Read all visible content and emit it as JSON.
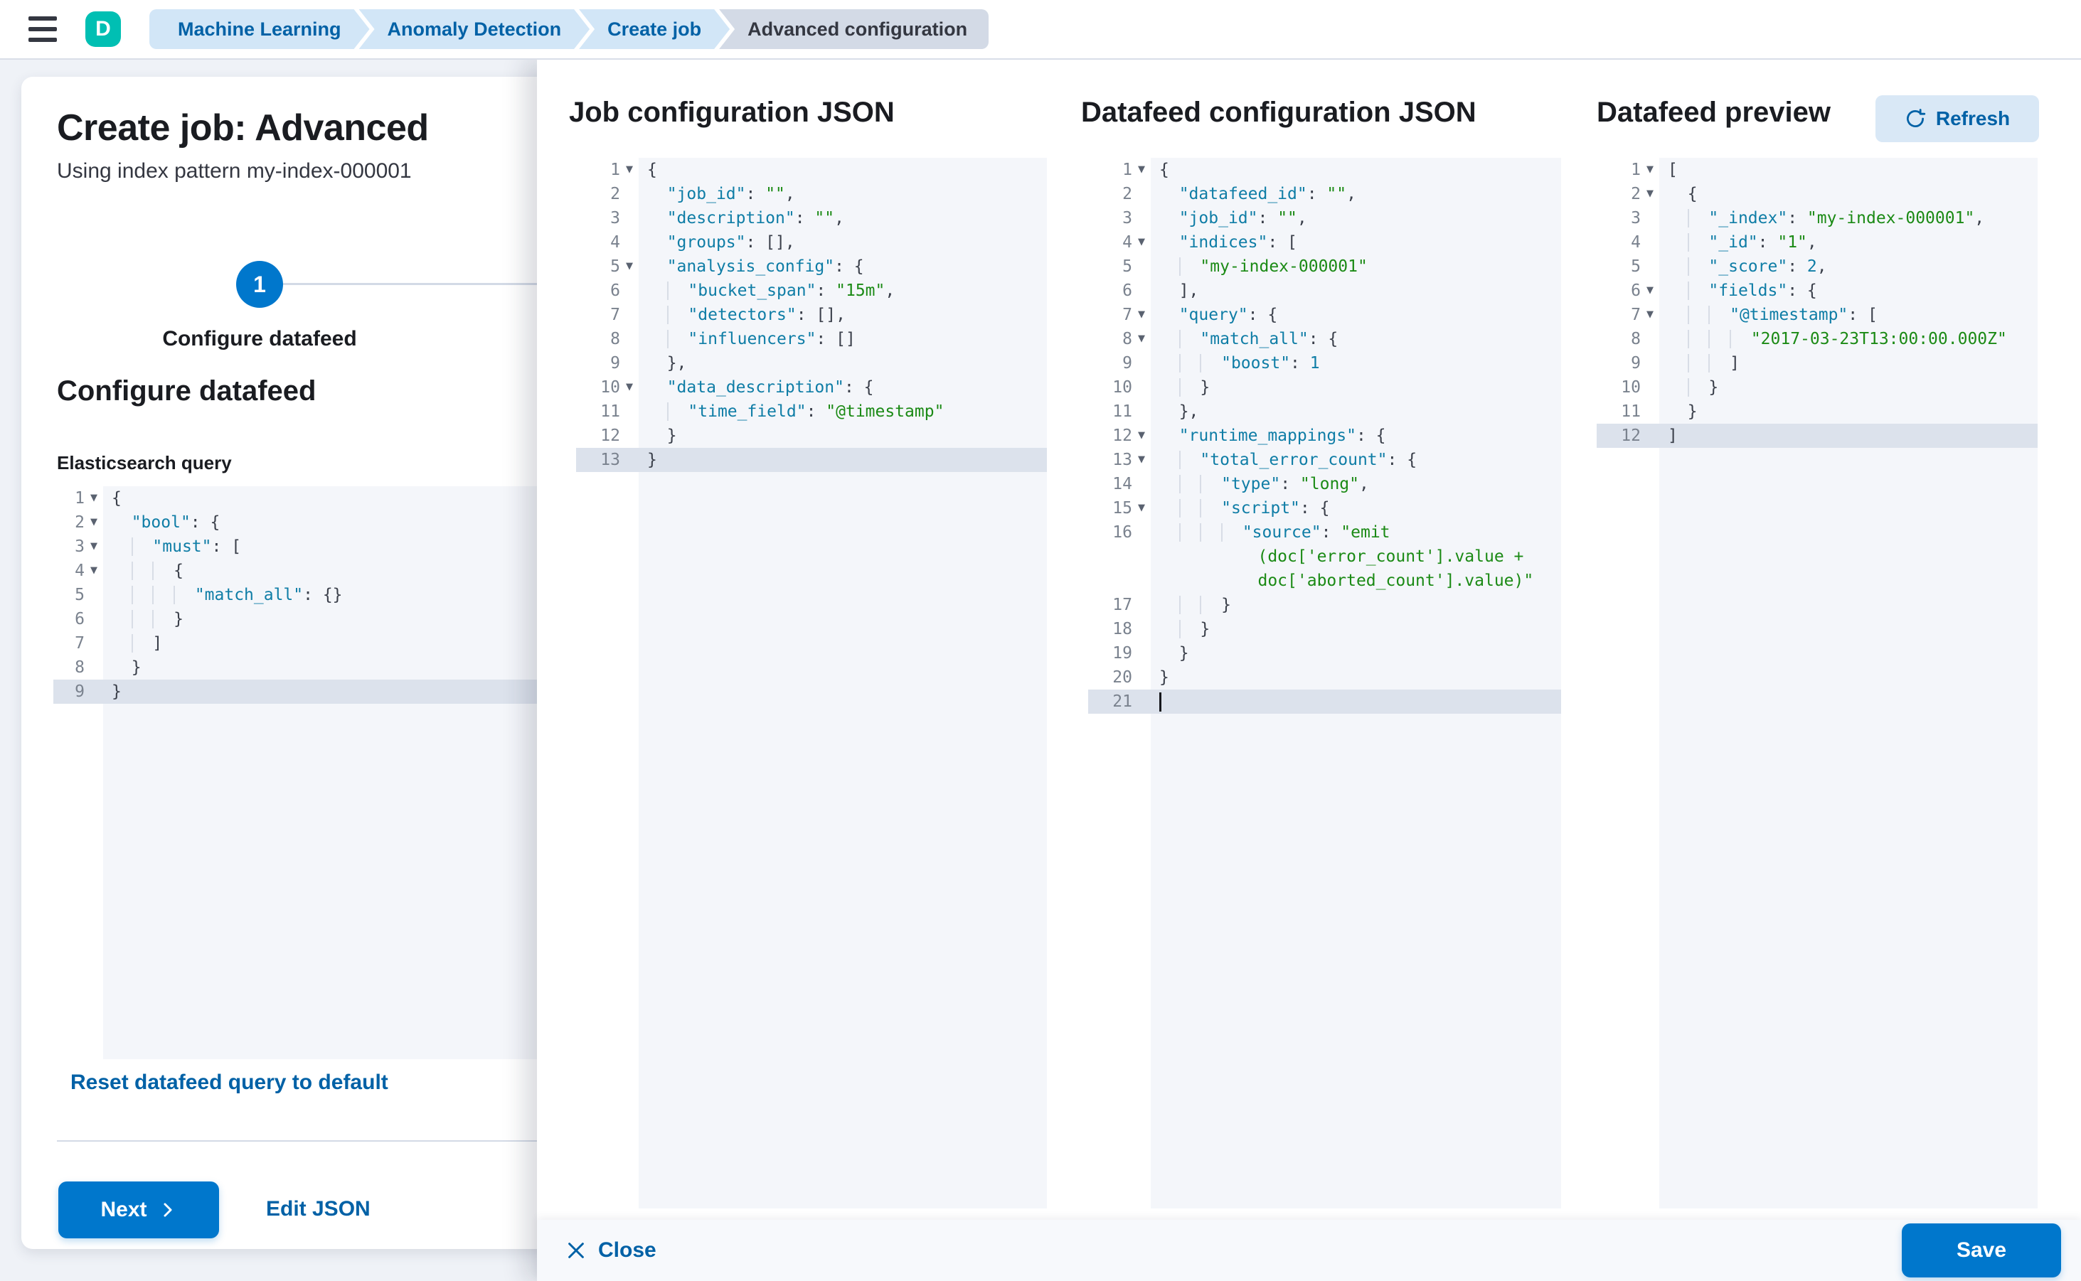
{
  "header": {
    "logo_letter": "D",
    "breadcrumbs": [
      {
        "label": "Machine Learning",
        "current": false
      },
      {
        "label": "Anomaly Detection",
        "current": false
      },
      {
        "label": "Create job",
        "current": false
      },
      {
        "label": "Advanced configuration",
        "current": true
      }
    ]
  },
  "page": {
    "title": "Create job: Advanced",
    "subtitle": "Using index pattern my-index-000001",
    "step": {
      "number": "1",
      "label": "Configure datafeed"
    },
    "section_title": "Configure datafeed",
    "query_label": "Elasticsearch query",
    "reset_link": "Reset datafeed query to default",
    "next_button": "Next",
    "edit_json_link": "Edit JSON"
  },
  "flyout": {
    "panels": [
      {
        "title": "Job configuration JSON"
      },
      {
        "title": "Datafeed configuration JSON"
      },
      {
        "title": "Datafeed preview"
      }
    ],
    "refresh_button": "Refresh",
    "close_button": "Close",
    "save_button": "Save"
  },
  "colors": {
    "accent_blue": "#0077CC",
    "link_blue": "#0061A6",
    "logo_teal": "#00BFB3",
    "breadcrumb_blue_bg": "#D2E6F7",
    "breadcrumb_gray_bg": "#D3DAE6",
    "editor_bg": "#F4F6FA",
    "editor_active_line": "#DCE2EC",
    "code_key": "#0F7DA6",
    "code_string": "#1B8A15",
    "code_number": "#0F7DA6"
  },
  "editors": {
    "es_query": {
      "rows": [
        {
          "n": "1",
          "fold": true,
          "ind": "",
          "g": 0,
          "t": [
            [
              "p",
              "{"
            ]
          ]
        },
        {
          "n": "2",
          "fold": true,
          "ind": "  ",
          "g": 0,
          "t": [
            [
              "k",
              "\"bool\""
            ],
            [
              "p",
              ": {"
            ]
          ]
        },
        {
          "n": "3",
          "fold": true,
          "ind": "  ",
          "g": 1,
          "t": [
            [
              "k",
              "\"must\""
            ],
            [
              "p",
              ": ["
            ]
          ]
        },
        {
          "n": "4",
          "fold": true,
          "ind": "  ",
          "g": 2,
          "t": [
            [
              "p",
              "{"
            ]
          ]
        },
        {
          "n": "5",
          "ind": "  ",
          "g": 3,
          "t": [
            [
              "k",
              "\"match_all\""
            ],
            [
              "p",
              ": {}"
            ]
          ]
        },
        {
          "n": "6",
          "ind": "  ",
          "g": 2,
          "t": [
            [
              "p",
              "}"
            ]
          ]
        },
        {
          "n": "7",
          "ind": "  ",
          "g": 1,
          "t": [
            [
              "p",
              "]"
            ]
          ]
        },
        {
          "n": "8",
          "ind": "  ",
          "g": 0,
          "t": [
            [
              "p",
              "}"
            ]
          ]
        },
        {
          "n": "9",
          "hl": true,
          "ind": "",
          "g": 0,
          "t": [
            [
              "p",
              "}"
            ]
          ]
        }
      ]
    },
    "job": {
      "rows": [
        {
          "n": "1",
          "fold": true,
          "ind": "",
          "g": 0,
          "t": [
            [
              "p",
              "{"
            ]
          ]
        },
        {
          "n": "2",
          "ind": "  ",
          "g": 0,
          "t": [
            [
              "k",
              "\"job_id\""
            ],
            [
              "p",
              ": "
            ],
            [
              "s",
              "\"\""
            ],
            [
              "p",
              ","
            ]
          ]
        },
        {
          "n": "3",
          "ind": "  ",
          "g": 0,
          "t": [
            [
              "k",
              "\"description\""
            ],
            [
              "p",
              ": "
            ],
            [
              "s",
              "\"\""
            ],
            [
              "p",
              ","
            ]
          ]
        },
        {
          "n": "4",
          "ind": "  ",
          "g": 0,
          "t": [
            [
              "k",
              "\"groups\""
            ],
            [
              "p",
              ": [],"
            ]
          ]
        },
        {
          "n": "5",
          "fold": true,
          "ind": "  ",
          "g": 0,
          "t": [
            [
              "k",
              "\"analysis_config\""
            ],
            [
              "p",
              ": {"
            ]
          ]
        },
        {
          "n": "6",
          "ind": "  ",
          "g": 1,
          "t": [
            [
              "k",
              "\"bucket_span\""
            ],
            [
              "p",
              ": "
            ],
            [
              "s",
              "\"15m\""
            ],
            [
              "p",
              ","
            ]
          ]
        },
        {
          "n": "7",
          "ind": "  ",
          "g": 1,
          "t": [
            [
              "k",
              "\"detectors\""
            ],
            [
              "p",
              ": [],"
            ]
          ]
        },
        {
          "n": "8",
          "ind": "  ",
          "g": 1,
          "t": [
            [
              "k",
              "\"influencers\""
            ],
            [
              "p",
              ": []"
            ]
          ]
        },
        {
          "n": "9",
          "ind": "  ",
          "g": 0,
          "t": [
            [
              "p",
              "},"
            ]
          ]
        },
        {
          "n": "10",
          "fold": true,
          "ind": "  ",
          "g": 0,
          "t": [
            [
              "k",
              "\"data_description\""
            ],
            [
              "p",
              ": {"
            ]
          ]
        },
        {
          "n": "11",
          "ind": "  ",
          "g": 1,
          "t": [
            [
              "k",
              "\"time_field\""
            ],
            [
              "p",
              ": "
            ],
            [
              "s",
              "\"@timestamp\""
            ]
          ]
        },
        {
          "n": "12",
          "ind": "  ",
          "g": 0,
          "t": [
            [
              "p",
              "}"
            ]
          ]
        },
        {
          "n": "13",
          "hl": true,
          "ind": "",
          "g": 0,
          "t": [
            [
              "p",
              "}"
            ]
          ]
        }
      ]
    },
    "datafeed": {
      "rows": [
        {
          "n": "1",
          "fold": true,
          "ind": "",
          "g": 0,
          "t": [
            [
              "p",
              "{"
            ]
          ]
        },
        {
          "n": "2",
          "ind": "  ",
          "g": 0,
          "t": [
            [
              "k",
              "\"datafeed_id\""
            ],
            [
              "p",
              ": "
            ],
            [
              "s",
              "\"\""
            ],
            [
              "p",
              ","
            ]
          ]
        },
        {
          "n": "3",
          "ind": "  ",
          "g": 0,
          "t": [
            [
              "k",
              "\"job_id\""
            ],
            [
              "p",
              ": "
            ],
            [
              "s",
              "\"\""
            ],
            [
              "p",
              ","
            ]
          ]
        },
        {
          "n": "4",
          "fold": true,
          "ind": "  ",
          "g": 0,
          "t": [
            [
              "k",
              "\"indices\""
            ],
            [
              "p",
              ": ["
            ]
          ]
        },
        {
          "n": "5",
          "ind": "  ",
          "g": 1,
          "t": [
            [
              "s",
              "\"my-index-000001\""
            ]
          ]
        },
        {
          "n": "6",
          "ind": "  ",
          "g": 0,
          "t": [
            [
              "p",
              "],"
            ]
          ]
        },
        {
          "n": "7",
          "fold": true,
          "ind": "  ",
          "g": 0,
          "t": [
            [
              "k",
              "\"query\""
            ],
            [
              "p",
              ": {"
            ]
          ]
        },
        {
          "n": "8",
          "fold": true,
          "ind": "  ",
          "g": 1,
          "t": [
            [
              "k",
              "\"match_all\""
            ],
            [
              "p",
              ": {"
            ]
          ]
        },
        {
          "n": "9",
          "ind": "  ",
          "g": 2,
          "t": [
            [
              "k",
              "\"boost\""
            ],
            [
              "p",
              ": "
            ],
            [
              "n",
              "1"
            ]
          ]
        },
        {
          "n": "10",
          "ind": "  ",
          "g": 1,
          "t": [
            [
              "p",
              "}"
            ]
          ]
        },
        {
          "n": "11",
          "ind": "  ",
          "g": 0,
          "t": [
            [
              "p",
              "},"
            ]
          ]
        },
        {
          "n": "12",
          "fold": true,
          "ind": "  ",
          "g": 0,
          "t": [
            [
              "k",
              "\"runtime_mappings\""
            ],
            [
              "p",
              ": {"
            ]
          ]
        },
        {
          "n": "13",
          "fold": true,
          "ind": "  ",
          "g": 1,
          "t": [
            [
              "k",
              "\"total_error_count\""
            ],
            [
              "p",
              ": {"
            ]
          ]
        },
        {
          "n": "14",
          "ind": "  ",
          "g": 2,
          "t": [
            [
              "k",
              "\"type\""
            ],
            [
              "p",
              ": "
            ],
            [
              "s",
              "\"long\""
            ],
            [
              "p",
              ","
            ]
          ]
        },
        {
          "n": "15",
          "fold": true,
          "ind": "  ",
          "g": 2,
          "t": [
            [
              "k",
              "\"script\""
            ],
            [
              "p",
              ": {"
            ]
          ]
        },
        {
          "n": "16",
          "ind": "  ",
          "g": 3,
          "t": [
            [
              "k",
              "\"source\""
            ],
            [
              "p",
              ": "
            ],
            [
              "s",
              "\"emit"
            ]
          ]
        },
        {
          "n": "",
          "ind": "          ",
          "g": 0,
          "t": [
            [
              "s",
              "(doc['error_count'].value +"
            ]
          ]
        },
        {
          "n": "",
          "ind": "          ",
          "g": 0,
          "t": [
            [
              "s",
              "doc['aborted_count'].value)\""
            ]
          ]
        },
        {
          "n": "17",
          "ind": "  ",
          "g": 2,
          "t": [
            [
              "p",
              "}"
            ]
          ]
        },
        {
          "n": "18",
          "ind": "  ",
          "g": 1,
          "t": [
            [
              "p",
              "}"
            ]
          ]
        },
        {
          "n": "19",
          "ind": "  ",
          "g": 0,
          "t": [
            [
              "p",
              "}"
            ]
          ]
        },
        {
          "n": "20",
          "ind": "",
          "g": 0,
          "t": [
            [
              "p",
              "}"
            ]
          ]
        },
        {
          "n": "21",
          "hl": true,
          "cur": true,
          "ind": "",
          "g": 0,
          "t": []
        }
      ]
    },
    "preview": {
      "rows": [
        {
          "n": "1",
          "fold": true,
          "ind": "",
          "g": 0,
          "t": [
            [
              "p",
              "["
            ]
          ]
        },
        {
          "n": "2",
          "fold": true,
          "ind": "  ",
          "g": 0,
          "t": [
            [
              "p",
              "{"
            ]
          ]
        },
        {
          "n": "3",
          "ind": "  ",
          "g": 1,
          "t": [
            [
              "k",
              "\"_index\""
            ],
            [
              "p",
              ": "
            ],
            [
              "s",
              "\"my-index-000001\""
            ],
            [
              "p",
              ","
            ]
          ]
        },
        {
          "n": "4",
          "ind": "  ",
          "g": 1,
          "t": [
            [
              "k",
              "\"_id\""
            ],
            [
              "p",
              ": "
            ],
            [
              "s",
              "\"1\""
            ],
            [
              "p",
              ","
            ]
          ]
        },
        {
          "n": "5",
          "ind": "  ",
          "g": 1,
          "t": [
            [
              "k",
              "\"_score\""
            ],
            [
              "p",
              ": "
            ],
            [
              "n",
              "2"
            ],
            [
              "p",
              ","
            ]
          ]
        },
        {
          "n": "6",
          "fold": true,
          "ind": "  ",
          "g": 1,
          "t": [
            [
              "k",
              "\"fields\""
            ],
            [
              "p",
              ": {"
            ]
          ]
        },
        {
          "n": "7",
          "fold": true,
          "ind": "  ",
          "g": 2,
          "t": [
            [
              "k",
              "\"@timestamp\""
            ],
            [
              "p",
              ": ["
            ]
          ]
        },
        {
          "n": "8",
          "ind": "  ",
          "g": 3,
          "t": [
            [
              "s",
              "\"2017-03-23T13:00:00.000Z\""
            ]
          ]
        },
        {
          "n": "9",
          "ind": "  ",
          "g": 2,
          "t": [
            [
              "p",
              "]"
            ]
          ]
        },
        {
          "n": "10",
          "ind": "  ",
          "g": 1,
          "t": [
            [
              "p",
              "}"
            ]
          ]
        },
        {
          "n": "11",
          "ind": "  ",
          "g": 0,
          "t": [
            [
              "p",
              "}"
            ]
          ]
        },
        {
          "n": "12",
          "hl": true,
          "ind": "",
          "g": 0,
          "t": [
            [
              "p",
              "]"
            ]
          ]
        }
      ]
    }
  }
}
